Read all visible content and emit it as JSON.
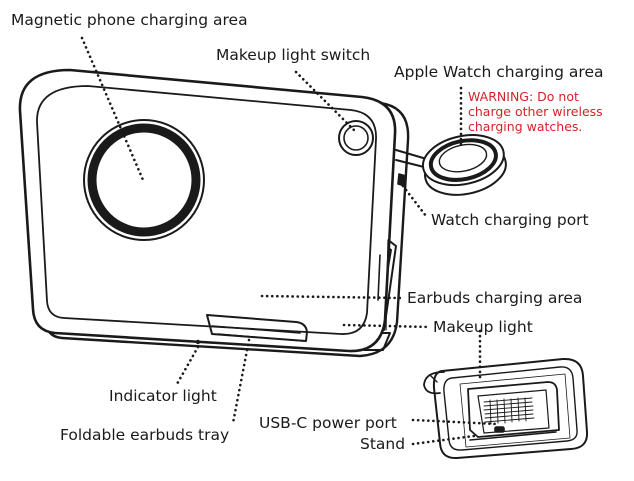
{
  "labels": {
    "phone_area": "Magnetic phone charging area",
    "makeup_switch": "Makeup light switch",
    "watch_area": "Apple Watch charging area",
    "watch_port": "Watch charging port",
    "earbuds_area": "Earbuds charging area",
    "makeup_light": "Makeup light",
    "indicator": "Indicator light",
    "earbuds_tray": "Foldable earbuds tray",
    "usbc_port": "USB-C power port",
    "stand": "Stand"
  },
  "warning": {
    "line1": "WARNING: Do not",
    "line2": "charge other wireless",
    "line3": "charging watches."
  },
  "colors": {
    "line": "#1a1a1a",
    "warning": "#d2232a",
    "background": "#ffffff"
  }
}
